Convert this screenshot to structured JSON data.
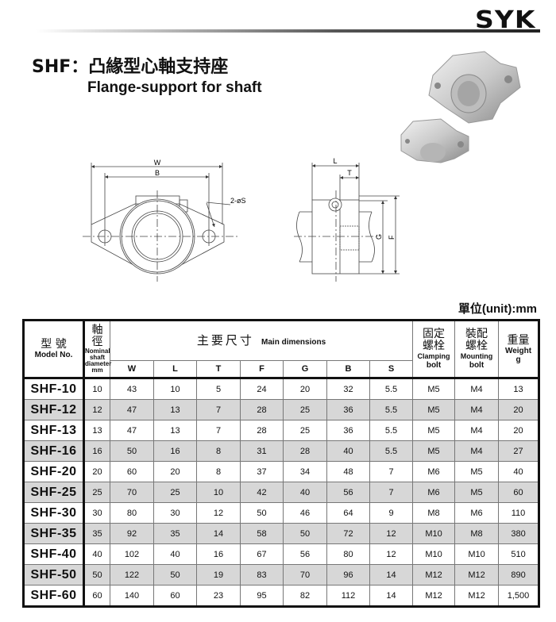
{
  "brand": "SYK",
  "title": "SHF：凸緣型心軸支持座",
  "subtitle": "Flange-support  for shaft",
  "drawing_labels": {
    "W": "W",
    "B": "B",
    "S": "2-øS",
    "L": "L",
    "T": "T",
    "G": "G",
    "F": "F"
  },
  "unit_label": "單位(unit):mm",
  "table": {
    "model_cn": "型 號",
    "model_en": "Model No.",
    "dia_cn1": "軸",
    "dia_cn2": "徑",
    "dia_en": [
      "Nominal",
      "shaft",
      "diameter",
      "mm"
    ],
    "main_cn": "主要尺寸",
    "main_en": "Main dimensions",
    "dims": [
      "W",
      "L",
      "T",
      "F",
      "G",
      "B",
      "S"
    ],
    "clamp_cn": [
      "固定",
      "螺栓"
    ],
    "clamp_en": [
      "Clamping",
      "bolt"
    ],
    "mount_cn": [
      "裝配",
      "螺栓"
    ],
    "mount_en": [
      "Mounting",
      "bolt"
    ],
    "weight_cn": "重量",
    "weight_en": [
      "Weight",
      "g"
    ],
    "rows": [
      [
        "SHF-10",
        "10",
        "43",
        "10",
        "5",
        "24",
        "20",
        "32",
        "5.5",
        "M5",
        "M4",
        "13"
      ],
      [
        "SHF-12",
        "12",
        "47",
        "13",
        "7",
        "28",
        "25",
        "36",
        "5.5",
        "M5",
        "M4",
        "20"
      ],
      [
        "SHF-13",
        "13",
        "47",
        "13",
        "7",
        "28",
        "25",
        "36",
        "5.5",
        "M5",
        "M4",
        "20"
      ],
      [
        "SHF-16",
        "16",
        "50",
        "16",
        "8",
        "31",
        "28",
        "40",
        "5.5",
        "M5",
        "M4",
        "27"
      ],
      [
        "SHF-20",
        "20",
        "60",
        "20",
        "8",
        "37",
        "34",
        "48",
        "7",
        "M6",
        "M5",
        "40"
      ],
      [
        "SHF-25",
        "25",
        "70",
        "25",
        "10",
        "42",
        "40",
        "56",
        "7",
        "M6",
        "M5",
        "60"
      ],
      [
        "SHF-30",
        "30",
        "80",
        "30",
        "12",
        "50",
        "46",
        "64",
        "9",
        "M8",
        "M6",
        "110"
      ],
      [
        "SHF-35",
        "35",
        "92",
        "35",
        "14",
        "58",
        "50",
        "72",
        "12",
        "M10",
        "M8",
        "380"
      ],
      [
        "SHF-40",
        "40",
        "102",
        "40",
        "16",
        "67",
        "56",
        "80",
        "12",
        "M10",
        "M10",
        "510"
      ],
      [
        "SHF-50",
        "50",
        "122",
        "50",
        "19",
        "83",
        "70",
        "96",
        "14",
        "M12",
        "M12",
        "890"
      ],
      [
        "SHF-60",
        "60",
        "140",
        "60",
        "23",
        "95",
        "82",
        "112",
        "14",
        "M12",
        "M12",
        "1,500"
      ]
    ]
  }
}
